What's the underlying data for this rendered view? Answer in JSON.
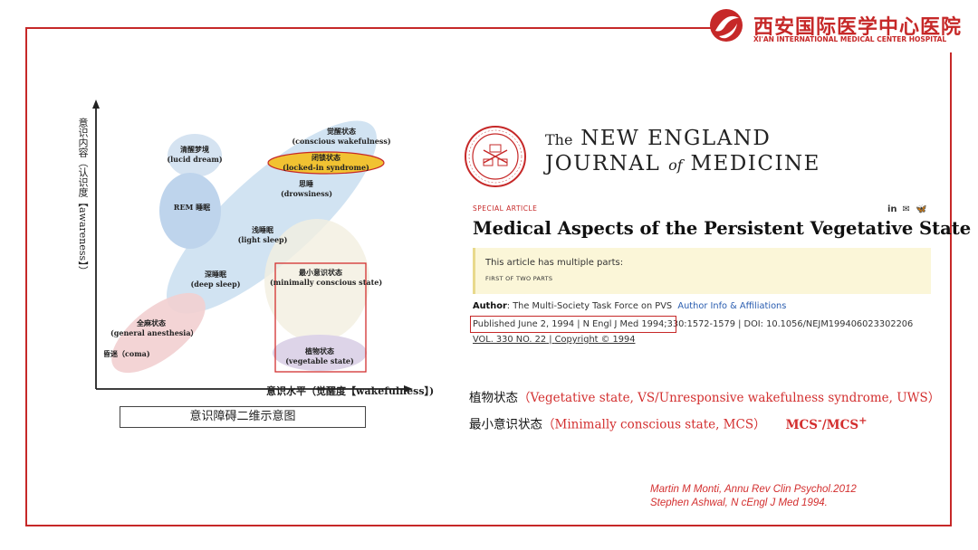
{
  "header": {
    "logo_cn": "西安国际医学中心医院",
    "logo_en": "XI'AN INTERNATIONAL MEDICAL CENTER HOSPITAL",
    "accent_color": "#c62828"
  },
  "diagram": {
    "y_axis_label": "意识内容（认识度【awareness】）",
    "x_axis_label": "意识水平（觉醒度【wakefulness】)",
    "caption": "意识障碍二维示意图",
    "nodes": {
      "conscious_cn": "觉醒状态",
      "conscious_en": "(conscious wakefulness)",
      "lucid_cn": "清醒梦境",
      "lucid_en": "(lucid dream)",
      "locked_cn": "闭锁状态",
      "locked_en": "(locked-in syndrome)",
      "drowsy_cn": "思睡",
      "drowsy_en": "(drowsiness)",
      "rem": "REM 睡眠",
      "light_cn": "浅睡眠",
      "light_en": "(light sleep)",
      "deep_cn": "深睡眠",
      "deep_en": "(deep sleep)",
      "mcs_cn": "最小意识状态",
      "mcs_en": "(minimally conscious state)",
      "anes_cn": "全麻状态",
      "anes_en": "(general anesthesia）",
      "coma": "昏迷（coma)",
      "veg_cn": "植物状态",
      "veg_en": "(vegetable state)"
    }
  },
  "journal": {
    "the": "The",
    "name_line1": "NEW ENGLAND",
    "name_line2a": "JOURNAL",
    "name_of": "of",
    "name_line2b": "MEDICINE",
    "section": "SPECIAL ARTICLE",
    "share_icons": [
      "linkedin-icon",
      "mail-icon",
      "bluesky-icon"
    ],
    "share_linkedin": "in",
    "share_mail": "✉",
    "share_bluesky": "🦋",
    "title": "Medical Aspects of the Persistent Vegetative State",
    "notice_text": "This article has multiple parts:",
    "notice_parts": "FIRST OF TWO PARTS",
    "author_label": "Author",
    "author_value": ": The Multi-Society Task Force on PVS",
    "author_info_link": "Author Info & Affiliations",
    "published": "Published June 2, 1994 | N Engl J Med 1994;",
    "pages_doi": "330:1572-1579 | DOI: 10.1056/NEJM199406023302206",
    "volume_link": "VOL. 330 NO. 22",
    "separator": "|",
    "copyright_link": "Copyright © 1994"
  },
  "states": {
    "vs_cn": "植物状态",
    "vs_en": "（Vegetative state, VS/Unresponsive wakefulness syndrome, UWS）",
    "mcs_cn": "最小意识状态",
    "mcs_en": "（Minimally conscious state, MCS）",
    "mcs_minus": "MCS",
    "mcs_minus_sup": "-",
    "mcs_slash_plus": "/MCS",
    "mcs_plus_sup": "+"
  },
  "citations": {
    "line1": "Martin M Monti, Annu Rev Clin Psychol.2012",
    "line2": "Stephen Ashwal, N cEngl J Med 1994."
  }
}
